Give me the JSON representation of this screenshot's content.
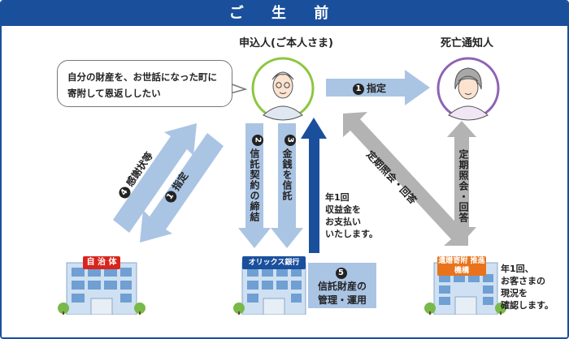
{
  "header": {
    "title": "ご 生 前"
  },
  "applicant": {
    "label": "申込人(ご本人さま)"
  },
  "notifier": {
    "label": "死亡通知人"
  },
  "speech": {
    "line1": "自分の財産を、お世話になった町に",
    "line2": "寄附して恩返ししたい"
  },
  "arrows": {
    "designate_notifier": {
      "num": "1",
      "text": "指定"
    },
    "trust_contract": {
      "num": "2",
      "text": "信託契約の締結"
    },
    "money_trust": {
      "num": "3",
      "text": "金銭を信託"
    },
    "thanks_letter": {
      "num": "4",
      "text": "感謝状等"
    },
    "designate_city": {
      "num": "1",
      "text": "指定"
    },
    "periodic_check": {
      "text": "定期照会・回答"
    },
    "periodic_check_notifier": {
      "text": "定期照会・回答"
    },
    "manage": {
      "num": "5",
      "line1": "信託財産の",
      "line2": "管理・運用"
    }
  },
  "payment_note": {
    "line1": "年1回",
    "line2": "収益金を",
    "line3": "お支払い",
    "line4": "いたします。"
  },
  "annual_note": {
    "line1": "年1回、",
    "line2": "お客さまの",
    "line3": "現況を",
    "line4": "確認します。"
  },
  "buildings": {
    "city": {
      "label": "自 治 体",
      "color": "#d8261d"
    },
    "bank": {
      "label": "オリックス銀行",
      "color": "#1a4f9c"
    },
    "org": {
      "label": "遺贈寄附 推進機構",
      "color": "#e8731a"
    }
  },
  "colors": {
    "brand": "#1a4f9c",
    "arrow_blue": "#aac4e4",
    "arrow_gray": "#b3b3b3",
    "applicant_ring": "#8cc63f",
    "notifier_ring": "#8e63b4"
  },
  "icons": {
    "applicant": "elderly-man-icon",
    "notifier": "elderly-woman-icon",
    "building": "office-building-icon"
  }
}
